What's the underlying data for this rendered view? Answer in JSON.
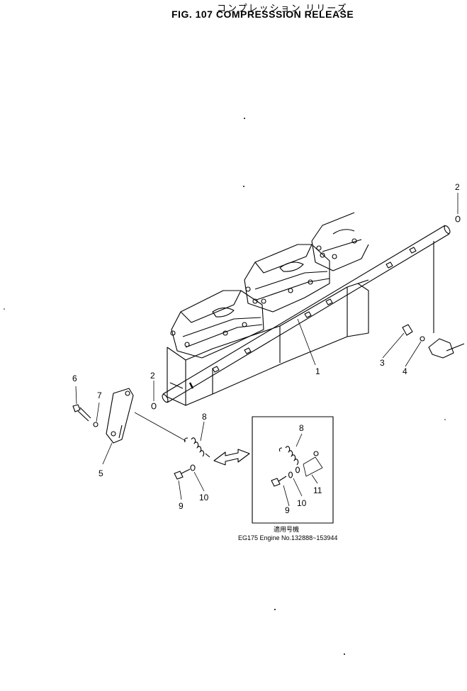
{
  "header": {
    "title_jp": "コンプレッション リリーズ",
    "title": "FIG. 107  COMPRESSSION  RELEASE"
  },
  "callouts": [
    "1",
    "2",
    "2",
    "3",
    "4",
    "5",
    "6",
    "7",
    "8",
    "9",
    "10",
    "8",
    "9",
    "10",
    "11"
  ],
  "inset": {
    "note_jp": "適用号機",
    "note": "EG175  Engine No.132888~153944"
  }
}
